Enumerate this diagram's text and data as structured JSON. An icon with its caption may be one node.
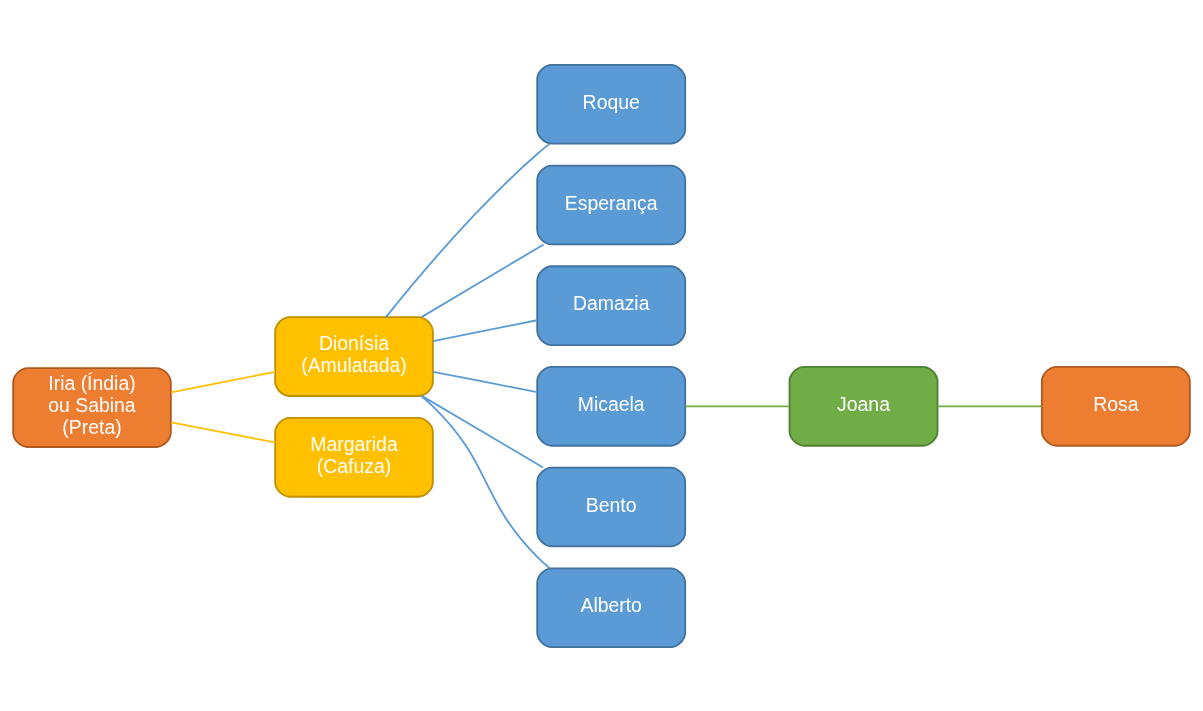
{
  "diagram": {
    "nodes": [
      {
        "text": [
          "Iria (Índia) ou Sabina (Preta)"
        ]
      },
      {
        "text": [
          "Dionísia (Amulatada)"
        ]
      },
      {
        "text": [
          "Margarida (Cafuza)"
        ]
      },
      {
        "text": [
          "Roque"
        ]
      },
      {
        "text": [
          "Esperança"
        ]
      },
      {
        "text": [
          "Damazia"
        ]
      },
      {
        "text": [
          "Micaela"
        ]
      },
      {
        "text": [
          "Bento"
        ]
      },
      {
        "text": [
          "Alberto"
        ]
      },
      {
        "text": [
          "Joana"
        ]
      },
      {
        "text": [
          "Rosa"
        ]
      }
    ],
    "edges": [
      {
        "from": 0,
        "to": 1,
        "arrow": "none",
        "color": "#ffc000"
      },
      {
        "from": 0,
        "to": 2,
        "arrow": "none",
        "color": "#ffc000"
      },
      {
        "from": 1,
        "to": 3,
        "arrow": "none"
      },
      {
        "from": 1,
        "to": 4,
        "arrow": "none"
      },
      {
        "from": 1,
        "to": 5,
        "arrow": "none"
      },
      {
        "from": 1,
        "to": 6,
        "arrow": "none"
      },
      {
        "from": 1,
        "to": 7,
        "arrow": "none"
      },
      {
        "from": 1,
        "to": 8,
        "arrow": "none"
      },
      {
        "from": 6,
        "to": 9,
        "arrow": "none",
        "color": "#70ad47"
      },
      {
        "from": 9,
        "to": 10,
        "arrow": "none",
        "color": "#70ad47"
      }
    ]
  }
}
